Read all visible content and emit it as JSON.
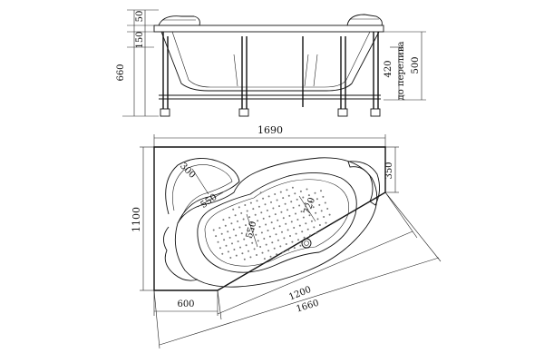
{
  "side_view": {
    "dim_top_rim": "50",
    "dim_apron": "150",
    "dim_total_height": "660",
    "dim_overflow_height": "420",
    "overflow_note": "до перелива",
    "dim_depth_total": "500"
  },
  "plan_view": {
    "dim_width": "1690",
    "dim_length": "1100",
    "dim_headrest_right": "350",
    "dim_seat_radius": "300",
    "dim_seat_width": "550",
    "dim_bowl_length": "720",
    "dim_bowl_width": "550",
    "dim_short_side": "600",
    "dim_diagonal_inner": "1200",
    "dim_diagonal_outer": "1660"
  }
}
